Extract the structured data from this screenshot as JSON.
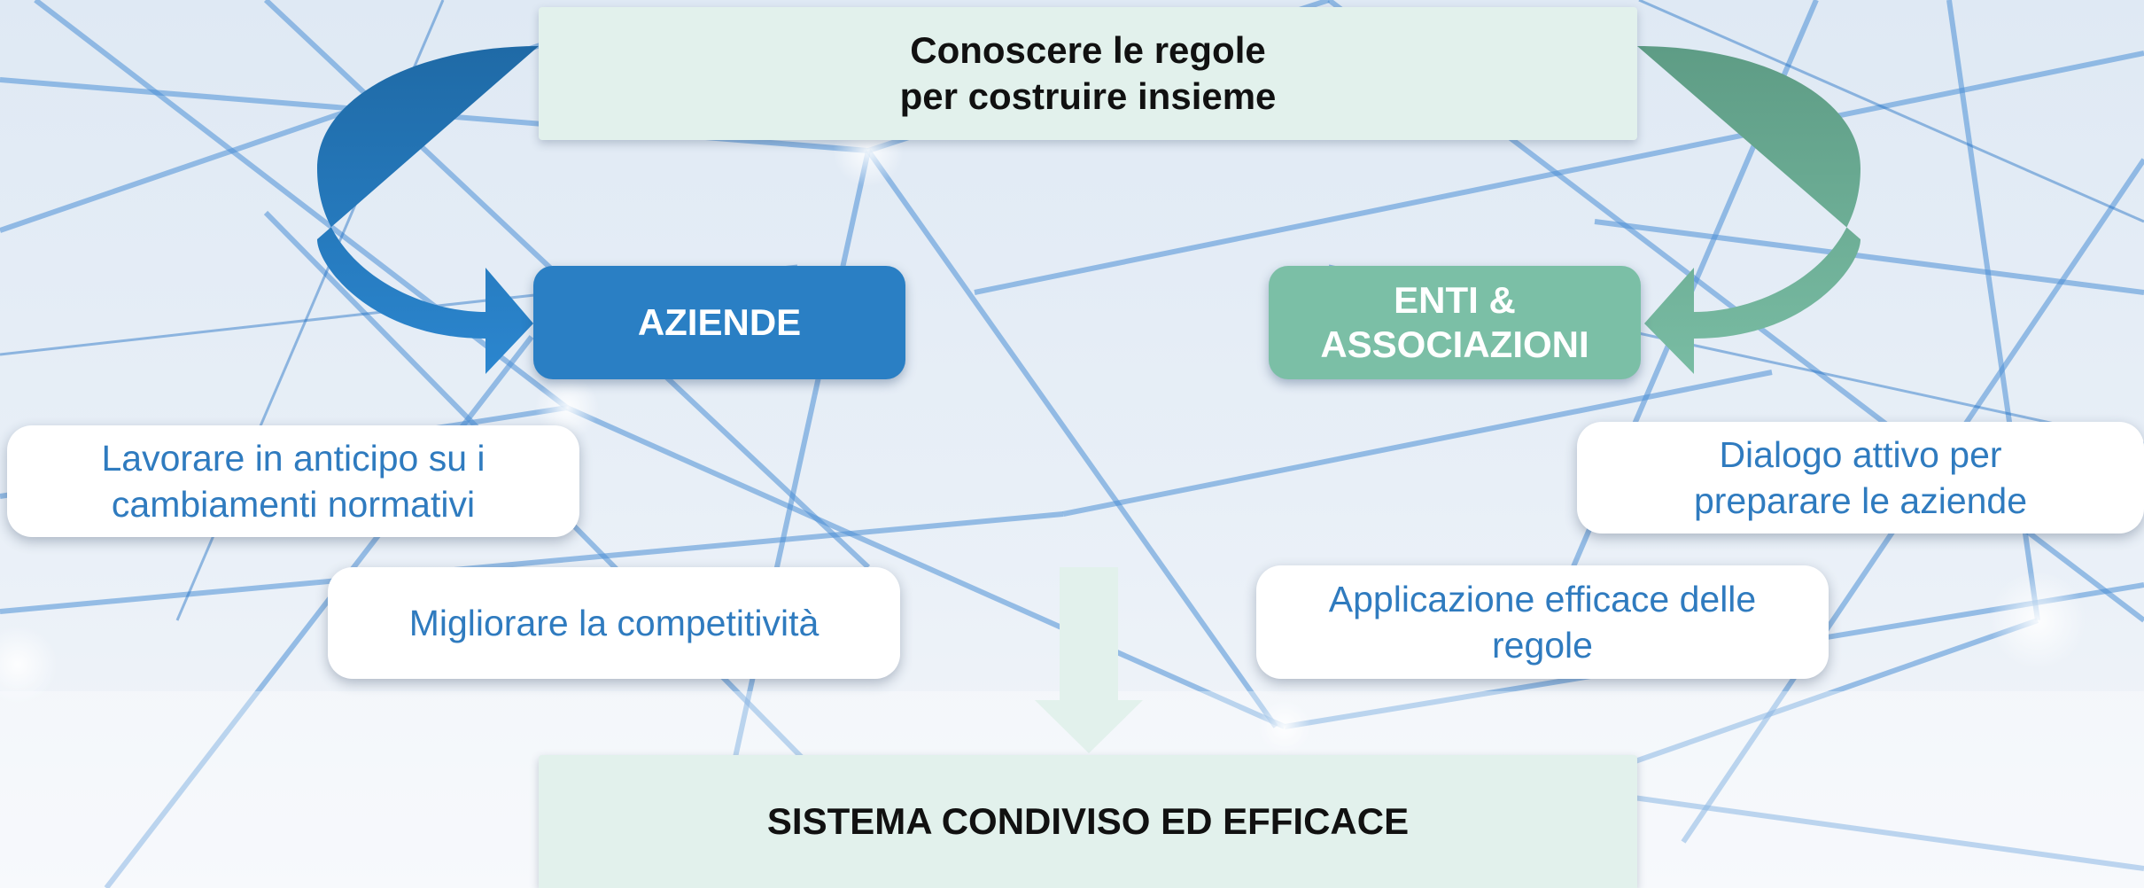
{
  "title": {
    "line1": "Conoscere le regole",
    "line2": "per costruire insieme"
  },
  "aziende": {
    "label": "AZIENDE"
  },
  "enti": {
    "line1": "ENTI &",
    "line2": "ASSOCIAZIONI"
  },
  "left_notes": [
    {
      "line1": "Lavorare in anticipo su i",
      "line2": "cambiamenti normativi"
    },
    {
      "line1": "Migliorare la competitività"
    }
  ],
  "right_notes": [
    {
      "line1": "Dialogo attivo per",
      "line2": "preparare le aziende"
    },
    {
      "line1": "Applicazione efficace delle",
      "line2": "regole"
    }
  ],
  "result": {
    "label": "SISTEMA CONDIVISO ED EFFICACE"
  },
  "colors": {
    "blue": "#2a7fc4",
    "dark_blue": "#1f6aa6",
    "green": "#7bbfa6",
    "dark_green": "#5e9c85",
    "pale_green": "#e2f1ec",
    "text_blue": "#2f7bbf"
  }
}
